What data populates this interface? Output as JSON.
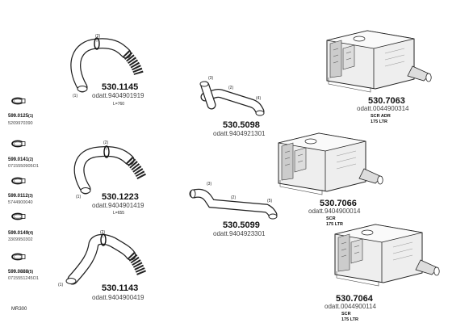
{
  "accessories": [
    {
      "code": "599.0125",
      "index": "(1)",
      "oe": "5209970390"
    },
    {
      "code": "599.0141",
      "index": "(2)",
      "oe": "0715550905O1"
    },
    {
      "code": "599.0112",
      "index": "(3)",
      "oe": "5744900040"
    },
    {
      "code": "599.0149",
      "index": "(4)",
      "oe": "3309950302"
    },
    {
      "code": "599.0888",
      "index": "(5)",
      "oe": "0715551245O1"
    }
  ],
  "pipes": [
    {
      "code": "530.1145",
      "oe": "odatt.9404901919",
      "note": "L=760",
      "callouts": [
        "(1)",
        "(2)"
      ]
    },
    {
      "code": "530.1223",
      "oe": "odatt.9404901419",
      "note": "L=655",
      "callouts": [
        "(1)",
        "(2)"
      ]
    },
    {
      "code": "530.1143",
      "oe": "odatt.9404900419",
      "note": "",
      "callouts": [
        "(1)",
        "(2)"
      ]
    },
    {
      "code": "530.5098",
      "oe": "odatt.9404921301",
      "note": "",
      "callouts": [
        "(3)",
        "(2)",
        "(4)"
      ]
    },
    {
      "code": "530.5099",
      "oe": "odatt.9404923301",
      "note": "",
      "callouts": [
        "(3)",
        "(2)",
        "(5)"
      ]
    }
  ],
  "units": [
    {
      "code": "530.7063",
      "oe": "odatt.0044900314",
      "desc1": "SCR ADR",
      "desc2": "175 LTR"
    },
    {
      "code": "530.7066",
      "oe": "odatt.9404900014",
      "desc1": "SCR",
      "desc2": "175 LTR"
    },
    {
      "code": "530.7064",
      "oe": "odatt.0044900114",
      "desc1": "SCR",
      "desc2": "175 LTR"
    }
  ],
  "footer": "MR300",
  "icons": [
    "hose-clamp-icon",
    "bent-pipe-icon",
    "scr-silencer-icon"
  ]
}
